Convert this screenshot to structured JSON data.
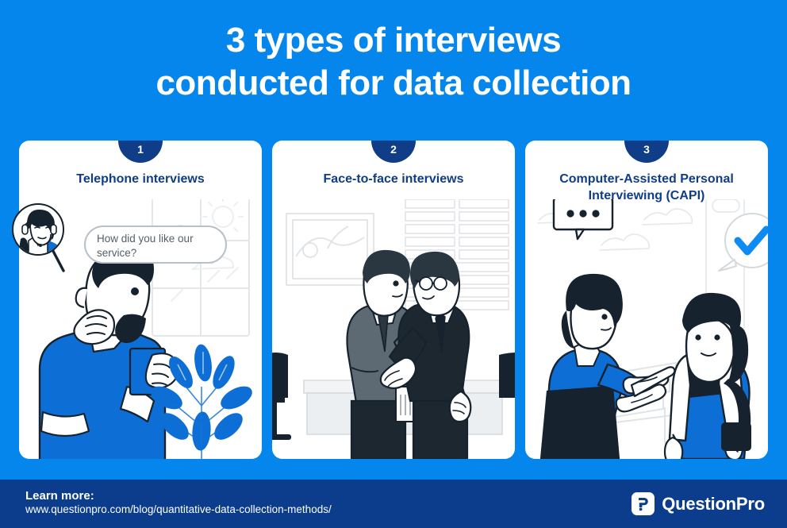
{
  "header": {
    "title_line1": "3 types of interviews",
    "title_line2": "conducted for data collection"
  },
  "colors": {
    "background": "#0586ec",
    "card_background": "#ffffff",
    "navy": "#0f3d87",
    "footer_background": "#0b3d8c",
    "accent_blue": "#0d6fd6",
    "dark_ink": "#16222e",
    "text_white": "#ffffff"
  },
  "cards": [
    {
      "number": "1",
      "title": "Telephone interviews",
      "illustration": "man-on-phone-with-call-agent",
      "speech_bubble": "How did you like our service?",
      "elements": [
        "agent-avatar",
        "speech-bubble",
        "man-on-phone",
        "window",
        "plant"
      ]
    },
    {
      "number": "2",
      "title": "Face-to-face interviews",
      "illustration": "two-businessmen-handshake",
      "speech_bubble": "",
      "elements": [
        "wall-art",
        "window-blinds",
        "interviewer",
        "candidate",
        "desk",
        "chairs"
      ]
    },
    {
      "number": "3",
      "title": "Computer-Assisted Personal Interviewing (CAPI)",
      "illustration": "interviewer-with-tablet-and-respondent",
      "speech_bubble": "",
      "elements": [
        "dots-speech-bubble",
        "interviewer-with-tablet",
        "respondent",
        "checkmark-bubble",
        "bench",
        "clouds",
        "street-lamp"
      ]
    }
  ],
  "footer": {
    "learn_more_label": "Learn more:",
    "url": "www.questionpro.com/blog/quantitative-data-collection-methods/",
    "brand": "QuestionPro",
    "logo_glyph": "P"
  }
}
